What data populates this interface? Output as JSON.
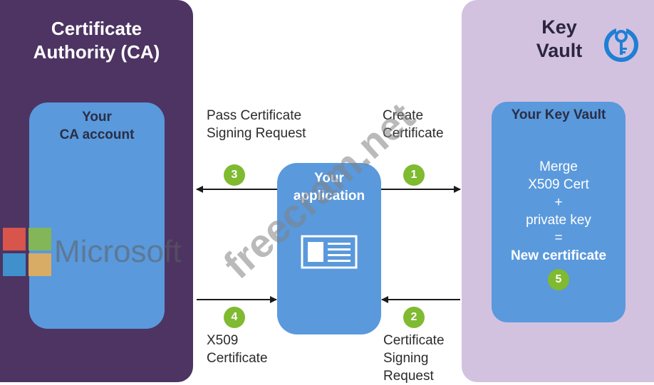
{
  "ca_panel": {
    "title_line1": "Certificate",
    "title_line2": "Authority (CA)",
    "account_line1": "Your",
    "account_line2": "CA account"
  },
  "key_vault_panel": {
    "title_line1": "Key",
    "title_line2": "Vault",
    "icon": "key-vault-icon",
    "box_title": "Your Key Vault",
    "merge_lines": [
      "Merge",
      "X509 Cert",
      "+",
      "private key",
      "="
    ],
    "result": "New certificate",
    "step": "5"
  },
  "application": {
    "label_line1": "Your",
    "label_line2": "application",
    "icon": "application-window-icon"
  },
  "steps": {
    "s1": {
      "num": "1",
      "line1": "Create",
      "line2": "Certificate"
    },
    "s2": {
      "num": "2",
      "line1": "Certificate",
      "line2": "Signing",
      "line3": "Request"
    },
    "s3": {
      "num": "3",
      "line1": "Pass Certificate",
      "line2": "Signing Request"
    },
    "s4": {
      "num": "4",
      "line1": "X509",
      "line2": "Certificate"
    }
  },
  "watermarks": {
    "microsoft": "Microsoft",
    "site": "freecram.net"
  },
  "colors": {
    "ca_panel": "#4d3462",
    "key_vault_panel": "#d2c2df",
    "box_blue": "#5a99dc",
    "step_green": "#7fba31",
    "key_vault_icon_blue": "#1f7fd4"
  }
}
